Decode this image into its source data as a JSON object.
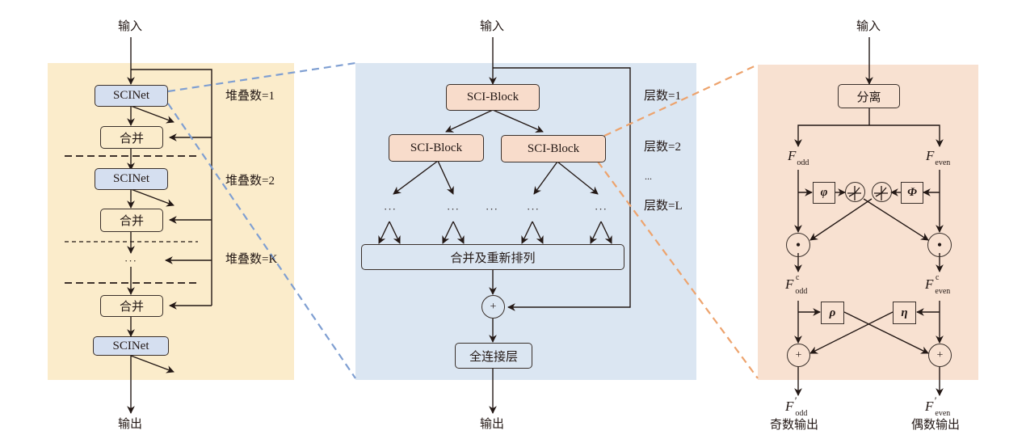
{
  "colors": {
    "panel_left": "#fbeccb",
    "panel_mid": "#dbe6f2",
    "panel_right": "#f8e1d1",
    "scinet_fill": "#d5dff0",
    "sciblock_fill": "#f8dccb",
    "dash_blue": "#7f9fd2",
    "dash_orange": "#eda36d",
    "line": "#231815"
  },
  "left_panel": {
    "input_label": "输入",
    "output_label": "输出",
    "scinet_label": "SCINet",
    "merge_label": "合并",
    "ellipsis": "···",
    "stack_labels": [
      "堆叠数=1",
      "堆叠数=2",
      "堆叠数=K"
    ]
  },
  "middle_panel": {
    "input_label": "输入",
    "output_label": "输出",
    "sciblock_label": "SCI-Block",
    "ellipsis": "···",
    "merge_reorder_label": "合并及重新排列",
    "plus_symbol": "+",
    "fc_label": "全连接层",
    "level_labels": [
      "层数=1",
      "层数=2",
      "...",
      "层数=L"
    ]
  },
  "right_panel": {
    "input_label": "输入",
    "split_label": "分离",
    "F": "F",
    "odd": "odd",
    "even": "even",
    "c": "c",
    "prime": "′",
    "phi_small": "φ",
    "phi_big": "Φ",
    "rho": "ρ",
    "eta": "η",
    "dot_symbol": "•",
    "plus_symbol": "+",
    "odd_output_label": "奇数输出",
    "even_output_label": "偶数输出"
  }
}
